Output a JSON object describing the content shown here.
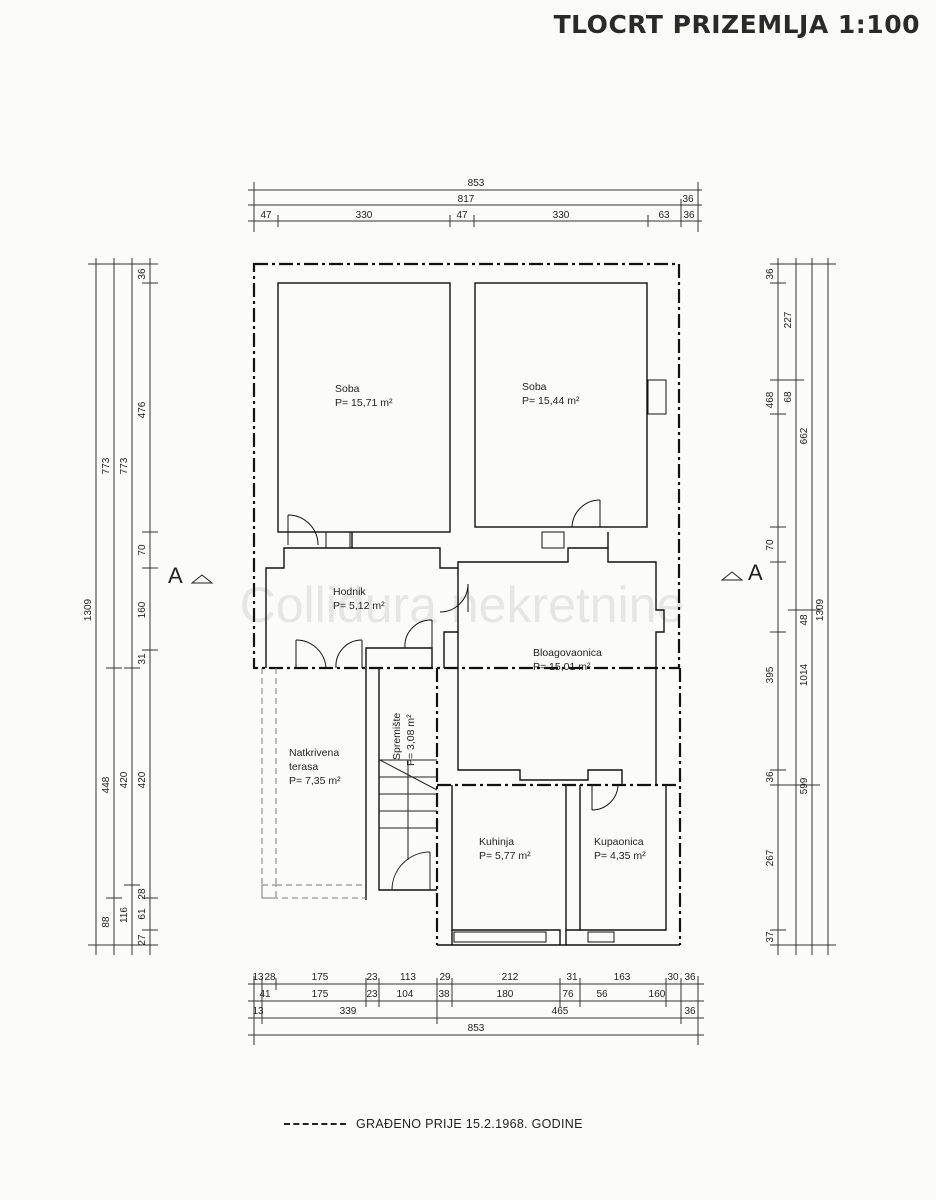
{
  "title": "TLOCRT PRIZEMLJA 1:100",
  "legend": {
    "text": "GRAĐENO PRIJE 15.2.1968. GODINE"
  },
  "watermark": "Collidura nekretnine",
  "section_mark": "A",
  "rooms": [
    {
      "id": "soba-1",
      "name": "Soba",
      "area": "P= 15,71 m²"
    },
    {
      "id": "soba-2",
      "name": "Soba",
      "area": "P= 15,44 m²"
    },
    {
      "id": "hodnik",
      "name": "Hodnik",
      "area": "P= 5,12 m²"
    },
    {
      "id": "blagovaonica",
      "name": "Bloagovaonica",
      "area": "P= 15,01 m²"
    },
    {
      "id": "spremiste",
      "name": "Spremište",
      "area": "P= 3,08 m²"
    },
    {
      "id": "terasa",
      "name_line1": "Natkrivena",
      "name_line2": "terasa",
      "area": "P= 7,35 m²"
    },
    {
      "id": "kuhinja",
      "name": "Kuhinja",
      "area": "P= 5,77 m²"
    },
    {
      "id": "kupaonica",
      "name": "Kupaonica",
      "area": "P= 4,35 m²"
    }
  ],
  "dimensions": {
    "top": {
      "overall": "853",
      "row2": [
        "817",
        "36"
      ],
      "row3": [
        "47",
        "330",
        "47",
        "330",
        "63",
        "36"
      ]
    },
    "bottom": {
      "row1": [
        "13",
        "28",
        "175",
        "23",
        "113",
        "29",
        "212",
        "31",
        "163",
        "30",
        "36"
      ],
      "row2": [
        "41",
        "175",
        "23",
        "104",
        "38",
        "180",
        "76",
        "56",
        "160"
      ],
      "row3": [
        "13",
        "339",
        "465",
        "36"
      ],
      "overall": "853"
    },
    "left": {
      "overall": "1309",
      "col2": [
        "773",
        "448",
        "88"
      ],
      "col3": [
        "773",
        "420",
        "116"
      ],
      "col4": [
        "36",
        "476",
        "70",
        "160",
        "31",
        "420",
        "61",
        "27",
        "28"
      ]
    },
    "right": {
      "col1": [
        "36",
        "227",
        "68",
        "70",
        "48",
        "36",
        "37"
      ],
      "col1b": [
        "468",
        "395",
        "267"
      ],
      "col2": [
        "662",
        "1014",
        "599"
      ],
      "col3": [
        "1309"
      ]
    }
  }
}
